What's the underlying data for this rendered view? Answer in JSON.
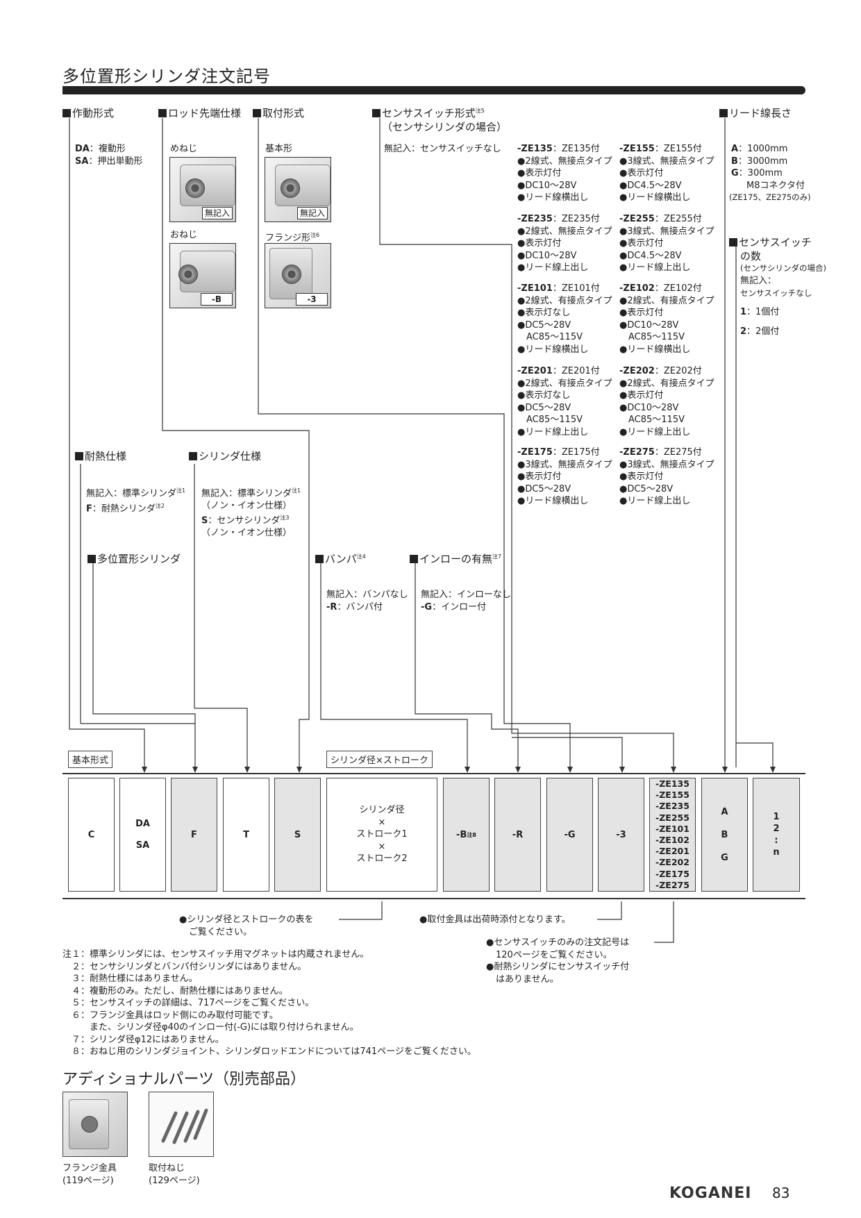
{
  "title": "多位置形シリンダ注文記号",
  "sections": {
    "action": {
      "header": "作動形式",
      "l1_code": "DA",
      "l1_text": "：複動形",
      "l2_code": "SA",
      "l2_text": "：押出単動形"
    },
    "rod": {
      "header": "ロッド先端仕様",
      "female": "めねじ",
      "female_label": "無記入",
      "male": "おねじ",
      "male_label": "-B"
    },
    "mount": {
      "header": "取付形式",
      "basic": "基本形",
      "basic_label": "無記入",
      "flange": "フランジ形",
      "flange_note": "注6",
      "flange_label": "-3"
    },
    "sensor": {
      "header": "センサスイッチ形式",
      "header_note": "注5",
      "header2": "（センサシリンダの場合）",
      "none": "無記入：センサスイッチなし"
    },
    "lead": {
      "header": "リード線長さ",
      "a_code": "A",
      "a_text": "：1000mm",
      "b_code": "B",
      "b_text": "：3000mm",
      "g_code": "G",
      "g_text": "：300mm",
      "g_text2": "M8コネクタ付",
      "g_text3": "(ZE175、ZE275のみ)"
    },
    "count": {
      "header": "センサスイッチ",
      "header2": "の数",
      "header3": "(センサシリンダの場合)",
      "none1": "無記入：",
      "none2": "センサスイッチなし",
      "one_code": "1",
      "one_text": "：1個付",
      "two_code": "2",
      "two_text": "：2個付"
    },
    "heat": {
      "header": "耐熱仕様",
      "l1": "無記入：標準シリンダ",
      "l1_note": "注1",
      "l2_code": "F",
      "l2_text": "：耐熱シリンダ",
      "l2_note": "注2"
    },
    "cyl": {
      "header": "シリンダ仕様",
      "l1": "無記入：標準シリンダ",
      "l1_note": "注1",
      "l2": "（ノン・イオン仕様）",
      "l3_code": "S",
      "l3_text": "：センサシリンダ",
      "l3_note": "注3",
      "l4": "（ノン・イオン仕様）"
    },
    "multi": {
      "header": "多位置形シリンダ"
    },
    "bumper": {
      "header": "バンパ",
      "header_note": "注4",
      "l1": "無記入：バンパなし",
      "l2_code": "-R",
      "l2_text": "：バンパ付"
    },
    "inlow": {
      "header": "インローの有無",
      "header_note": "注7",
      "l1": "無記入：インローなし",
      "l2_code": "-G",
      "l2_text": "：インロー付"
    }
  },
  "sensors": [
    {
      "code": "-ZE135",
      "name": "：ZE135付",
      "lines": [
        "●2線式、無接点タイプ",
        "●表示灯付",
        "●DC10～28V",
        "●リード線横出し"
      ]
    },
    {
      "code": "-ZE155",
      "name": "：ZE155付",
      "lines": [
        "●3線式、無接点タイプ",
        "●表示灯付",
        "●DC4.5～28V",
        "●リード線横出し"
      ]
    },
    {
      "code": "-ZE235",
      "name": "：ZE235付",
      "lines": [
        "●2線式、無接点タイプ",
        "●表示灯付",
        "●DC10～28V",
        "●リード線上出し"
      ]
    },
    {
      "code": "-ZE255",
      "name": "：ZE255付",
      "lines": [
        "●3線式、無接点タイプ",
        "●表示灯付",
        "●DC4.5～28V",
        "●リード線上出し"
      ]
    },
    {
      "code": "-ZE101",
      "name": "：ZE101付",
      "lines": [
        "●2線式、有接点タイプ",
        "●表示灯なし",
        "●DC5～28V",
        "　AC85～115V",
        "●リード線横出し"
      ]
    },
    {
      "code": "-ZE102",
      "name": "：ZE102付",
      "lines": [
        "●2線式、有接点タイプ",
        "●表示灯付",
        "●DC10～28V",
        "　AC85～115V",
        "●リード線横出し"
      ]
    },
    {
      "code": "-ZE201",
      "name": "：ZE201付",
      "lines": [
        "●2線式、有接点タイプ",
        "●表示灯なし",
        "●DC5～28V",
        "　AC85～115V",
        "●リード線上出し"
      ]
    },
    {
      "code": "-ZE202",
      "name": "：ZE202付",
      "lines": [
        "●2線式、有接点タイプ",
        "●表示灯付",
        "●DC10～28V",
        "　AC85～115V",
        "●リード線上出し"
      ]
    },
    {
      "code": "-ZE175",
      "name": "：ZE175付",
      "lines": [
        "●3線式、無接点タイプ",
        "●表示灯付",
        "●DC5～28V",
        "●リード線横出し"
      ]
    },
    {
      "code": "-ZE275",
      "name": "：ZE275付",
      "lines": [
        "●3線式、無接点タイプ",
        "●表示灯付",
        "●DC5～28V",
        "●リード線上出し"
      ]
    }
  ],
  "labels": {
    "basic_form": "基本形式",
    "bore_stroke": "シリンダ径×ストローク"
  },
  "boxes": {
    "c": "C",
    "da": "DA",
    "sa": "SA",
    "f": "F",
    "t": "T",
    "s": "S",
    "bore1": "シリンダ径",
    "x1": "×",
    "bore2": "ストローク1",
    "x2": "×",
    "bore3": "ストローク2",
    "b": "-B",
    "b_note": "注8",
    "r": "-R",
    "g": "-G",
    "m3": "-3",
    "ze": [
      "-ZE135",
      "-ZE155",
      "-ZE235",
      "-ZE255",
      "-ZE101",
      "-ZE102",
      "-ZE201",
      "-ZE202",
      "-ZE175",
      "-ZE275"
    ],
    "lead": [
      "A",
      "B",
      "G"
    ],
    "count": [
      "1",
      "2",
      ":",
      "n"
    ]
  },
  "callouts": {
    "bore_l1": "●シリンダ径とストロークの表を",
    "bore_l2": "ご覧ください。",
    "mount": "●取付金具は出荷時添付となります。",
    "sensor_l1": "●センサスイッチのみの注文記号は",
    "sensor_l2": "120ページをご覧ください。",
    "sensor_l3": "●耐熱シリンダにセンサスイッチ付",
    "sensor_l4": "はありません。"
  },
  "notes": [
    "注１：標準シリンダには、センサスイッチ用マグネットは内蔵されません。",
    "　２：センサシリンダとバンパ付シリンダにはありません。",
    "　３：耐熱仕様にはありません。",
    "　４：複動形のみ。ただし、耐熱仕様にはありません。",
    "　５：センサスイッチの詳細は、717ページをご覧ください。",
    "　６：フランジ金具はロッド側にのみ取付可能です。",
    "　　　また、シリンダ径φ40のインロー付(-G)には取り付けられません。",
    "　７：シリンダ径φ12にはありません。",
    "　８：おねじ用のシリンダジョイント、シリンダロッドエンドについては741ページをご覧ください。"
  ],
  "additional": {
    "title": "アディショナルパーツ（別売部品）",
    "flange_l1": "フランジ金具",
    "flange_l2": "(119ページ)",
    "screw_l1": "取付ねじ",
    "screw_l2": "(129ページ)"
  },
  "footer": {
    "brand": "KOGANEI",
    "page": "83"
  }
}
